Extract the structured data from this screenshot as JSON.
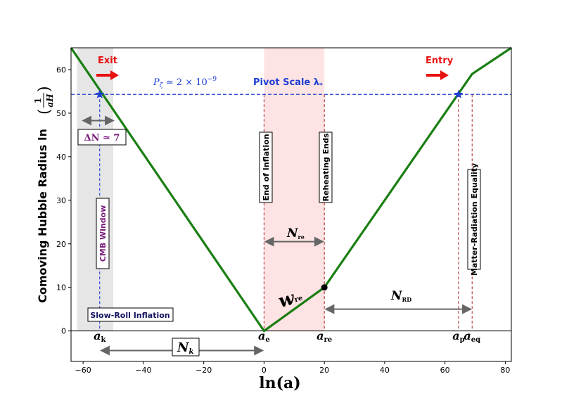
{
  "chart_data": {
    "type": "line",
    "xlabel": "ln(a)",
    "ylabel": "Comoving Hubble Radius ln",
    "ylabel_fraction": {
      "numerator": "1",
      "denominator": "aH"
    },
    "xlim": [
      -64,
      82
    ],
    "ylim": [
      -7,
      65
    ],
    "x_ticks": [
      -60,
      -40,
      -20,
      0,
      20,
      40,
      60,
      80
    ],
    "y_ticks": [
      0,
      10,
      20,
      30,
      40,
      50,
      60
    ],
    "grid": false,
    "series": [
      {
        "color": "#1a7f12",
        "x": [
          -64,
          0,
          20,
          69,
          82
        ],
        "y": [
          65,
          0,
          10,
          59,
          65
        ]
      }
    ],
    "pivot": {
      "y": 54.3,
      "label": "Pivot Scale λ",
      "label_sub": "*",
      "power_label": "P",
      "power_sub": "ζ",
      "power_value": " ≃ 2 × 10",
      "power_exp": "−9"
    },
    "stars": [
      {
        "x": -54.5,
        "y": 54.3
      },
      {
        "x": 64.5,
        "y": 54.3
      }
    ],
    "reheating_point": {
      "x": 20,
      "y": 10
    },
    "cmb_band": {
      "x0": -62,
      "x1": -50
    },
    "reheating_band": {
      "x0": 0,
      "x1": 20
    },
    "vlines": [
      {
        "x": -54.5,
        "color": "#1f3fd1"
      },
      {
        "x": 0,
        "color": "#b03030"
      },
      {
        "x": 20,
        "color": "#b03030"
      },
      {
        "x": 64.5,
        "color": "#b03030"
      },
      {
        "x": 69,
        "color": "#b03030"
      }
    ],
    "events": {
      "exit": "Exit",
      "entry": "Entry",
      "end_inflation": "End of Inflation",
      "reheating_ends": "Reheating Ends",
      "matter_radiation": "Matter-Radiation Equality",
      "cmb_window": "CMB Window",
      "slow_roll": "Slow-Roll Inflation"
    },
    "delta_n": {
      "label": "ΔN ≃ 7",
      "x0": -60.5,
      "x1": -49.5,
      "y": 48.3
    },
    "n_re": {
      "label": "N",
      "sub": "re",
      "x0": 0,
      "x1": 20,
      "y": 20.5
    },
    "w_re": {
      "label": "w",
      "sub": "re"
    },
    "n_rd": {
      "label": "N",
      "sub": "RD",
      "x0": 20,
      "x1": 69,
      "y": 5
    },
    "n_k": {
      "label": "N",
      "sub": "k",
      "x0": -54.5,
      "x1": 0,
      "y": -4.5
    },
    "scale_factors": [
      {
        "x": -54.5,
        "label": "a",
        "sub": "k"
      },
      {
        "x": 0,
        "label": "a",
        "sub": "e"
      },
      {
        "x": 20,
        "label": "a",
        "sub": "re"
      },
      {
        "x": 64.5,
        "label": "a",
        "sub": "p"
      },
      {
        "x": 69,
        "label": "a",
        "sub": "eq"
      }
    ]
  }
}
